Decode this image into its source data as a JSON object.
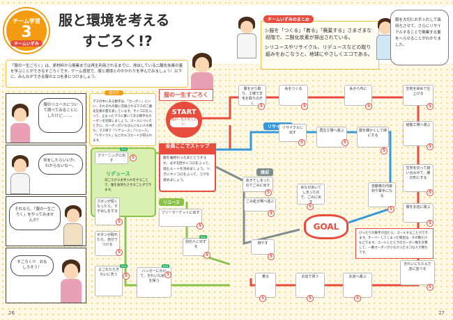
{
  "header": {
    "badge_line1": "チーム学習",
    "badge_num": "3",
    "badge_line3": "チームいずみ",
    "title_line1": "服と環境を考える",
    "title_line2": "すごろく!?",
    "summary_tag": "チームいずみのまとめ",
    "summary_points": [
      "▷服を「つくる」「着る」「廃棄する」さまざまな段階で、二酸化炭素が排出されている。",
      "▷リユースやリサイクル、リデュースなどの取り組みをおこなうと、地球にやさしくエコである。"
    ],
    "right_bubble": "服を大切にお手入れして長持ちさせて、さらにリサイクルすることで廃棄する量をへらせることがわかりました。"
  },
  "intro": "「服の一生ごろく」は、原材料から廃棄までは再生利用されるまでに、排出している二酸化炭素の量を学ぶことができるすごろくです。ゲーム感覚で、服と環境とのかかわりを学んでみましょう！以下に、みんなができる服のエコを身につけましょう。",
  "comic": [
    {
      "text": "服のリユースについて調べてみることにしたけど……。"
    },
    {
      "text": "何をしたらいいか、わからないなー。"
    },
    {
      "text": "それなら、「服の一生ごろく」をやってみませんか？"
    },
    {
      "text": "すごろく!?　おもしろそう！"
    }
  ],
  "rules": {
    "tag": "遊び方",
    "text": "マスの中にある数字は、「カーボン」といい、それぞれの服に交換されるマスの二酸化炭素の量を表しています。サイコロをふって、止まったマスに書いてある数字分カーボンを記録しましょう。ゴールについたときに、カーボンがいちばん少ない人の勝ち。マス目で「リデュース」「リユース」「リサイクル」などのエコカードが得られます。"
  },
  "board": {
    "title": "服の一生すごろく",
    "start": "START",
    "start_sub": "服の一生を考えよう！",
    "goal": "GOAL",
    "goal_note": "ぴったりの数字が出たら、ゴールすることができます。オーバーしてしまった場合は、その数だけもどります。ゴールしたときのカーボン数を計算して、一番カーボンが少なかったエコな人が勝ちです。",
    "stop_title": "全員ここでストップ",
    "stop_text": "服を着終わったあとどうするか、まず1回サイコロをふって、進むルートを決めましょう。つぎにサイコロをふって、コマを進めましょう。",
    "reduce_label": "リデュース",
    "reduce_text": "日ごろからお手入れをすることで、服を長持ちさせることができます。",
    "reuse_label": "リユース",
    "recycle_label": "リサイクル",
    "incineration_label": "焼却",
    "cells_top": [
      {
        "label": "服をかり取り、工場で羊毛を取りのぞく",
        "n": "5"
      },
      {
        "label": "糸をつくる",
        "n": "5"
      },
      {
        "label": "糸から布に",
        "n": "5"
      },
      {
        "label": "生地を染めて仕上げる",
        "n": "5"
      }
    ],
    "cells_right": [
      {
        "label": "縫製工場へ運ぶ",
        "n": "5"
      },
      {
        "label": "生地を切って縫い合わせて、服の形にする",
        "n": "5"
      },
      {
        "label": "服をお店に運ぶ",
        "n": "5"
      },
      {
        "label": "きれいにたたんで店に並べる",
        "n": "5"
      }
    ],
    "cells_bottom": [
      {
        "label": "着る",
        "n": "5"
      },
      {
        "label": "お店で買う",
        "n": "5"
      },
      {
        "label": "お店へ運ぶ",
        "n": "5"
      }
    ],
    "cells_recycle": [
      {
        "label": "リサイクルに出す",
        "n": "5"
      },
      {
        "label": "再生工場へ運ぶ",
        "n": "5"
      },
      {
        "label": "服を細かくして綿にする",
        "n": "5"
      },
      {
        "label": "自動車の内装材や軍手になる",
        "n": "5"
      }
    ],
    "cells_incin": [
      {
        "label": "あきてしまったのでごみに出す",
        "n": "5"
      },
      {
        "label": "ごみ処分場へ運ぶ",
        "n": "5"
      },
      {
        "label": "あながあいてしまったので、ごみに出す",
        "n": "5"
      },
      {
        "label": "燃やす",
        "n": "5"
      }
    ],
    "cells_left": [
      {
        "label": "クリーニングに出す",
        "n": "5"
      },
      {
        "label": "ズボンが短くなったら、すそ出しをする",
        "n": "5"
      },
      {
        "label": "ボタンが取れたら、自分でつける",
        "n": "5"
      },
      {
        "label": "よごれたらきれいに洗う",
        "n": "5"
      },
      {
        "label": "ハンガーにかけて、きれいな状態を保つ",
        "n": "5"
      }
    ],
    "cells_reuse": [
      {
        "label": "フリーマーケットに出す",
        "n": "5"
      },
      {
        "label": "別の人にゆずる",
        "n": "5"
      }
    ],
    "eco_label": "eco"
  },
  "pages": {
    "left": "26",
    "right": "27"
  }
}
